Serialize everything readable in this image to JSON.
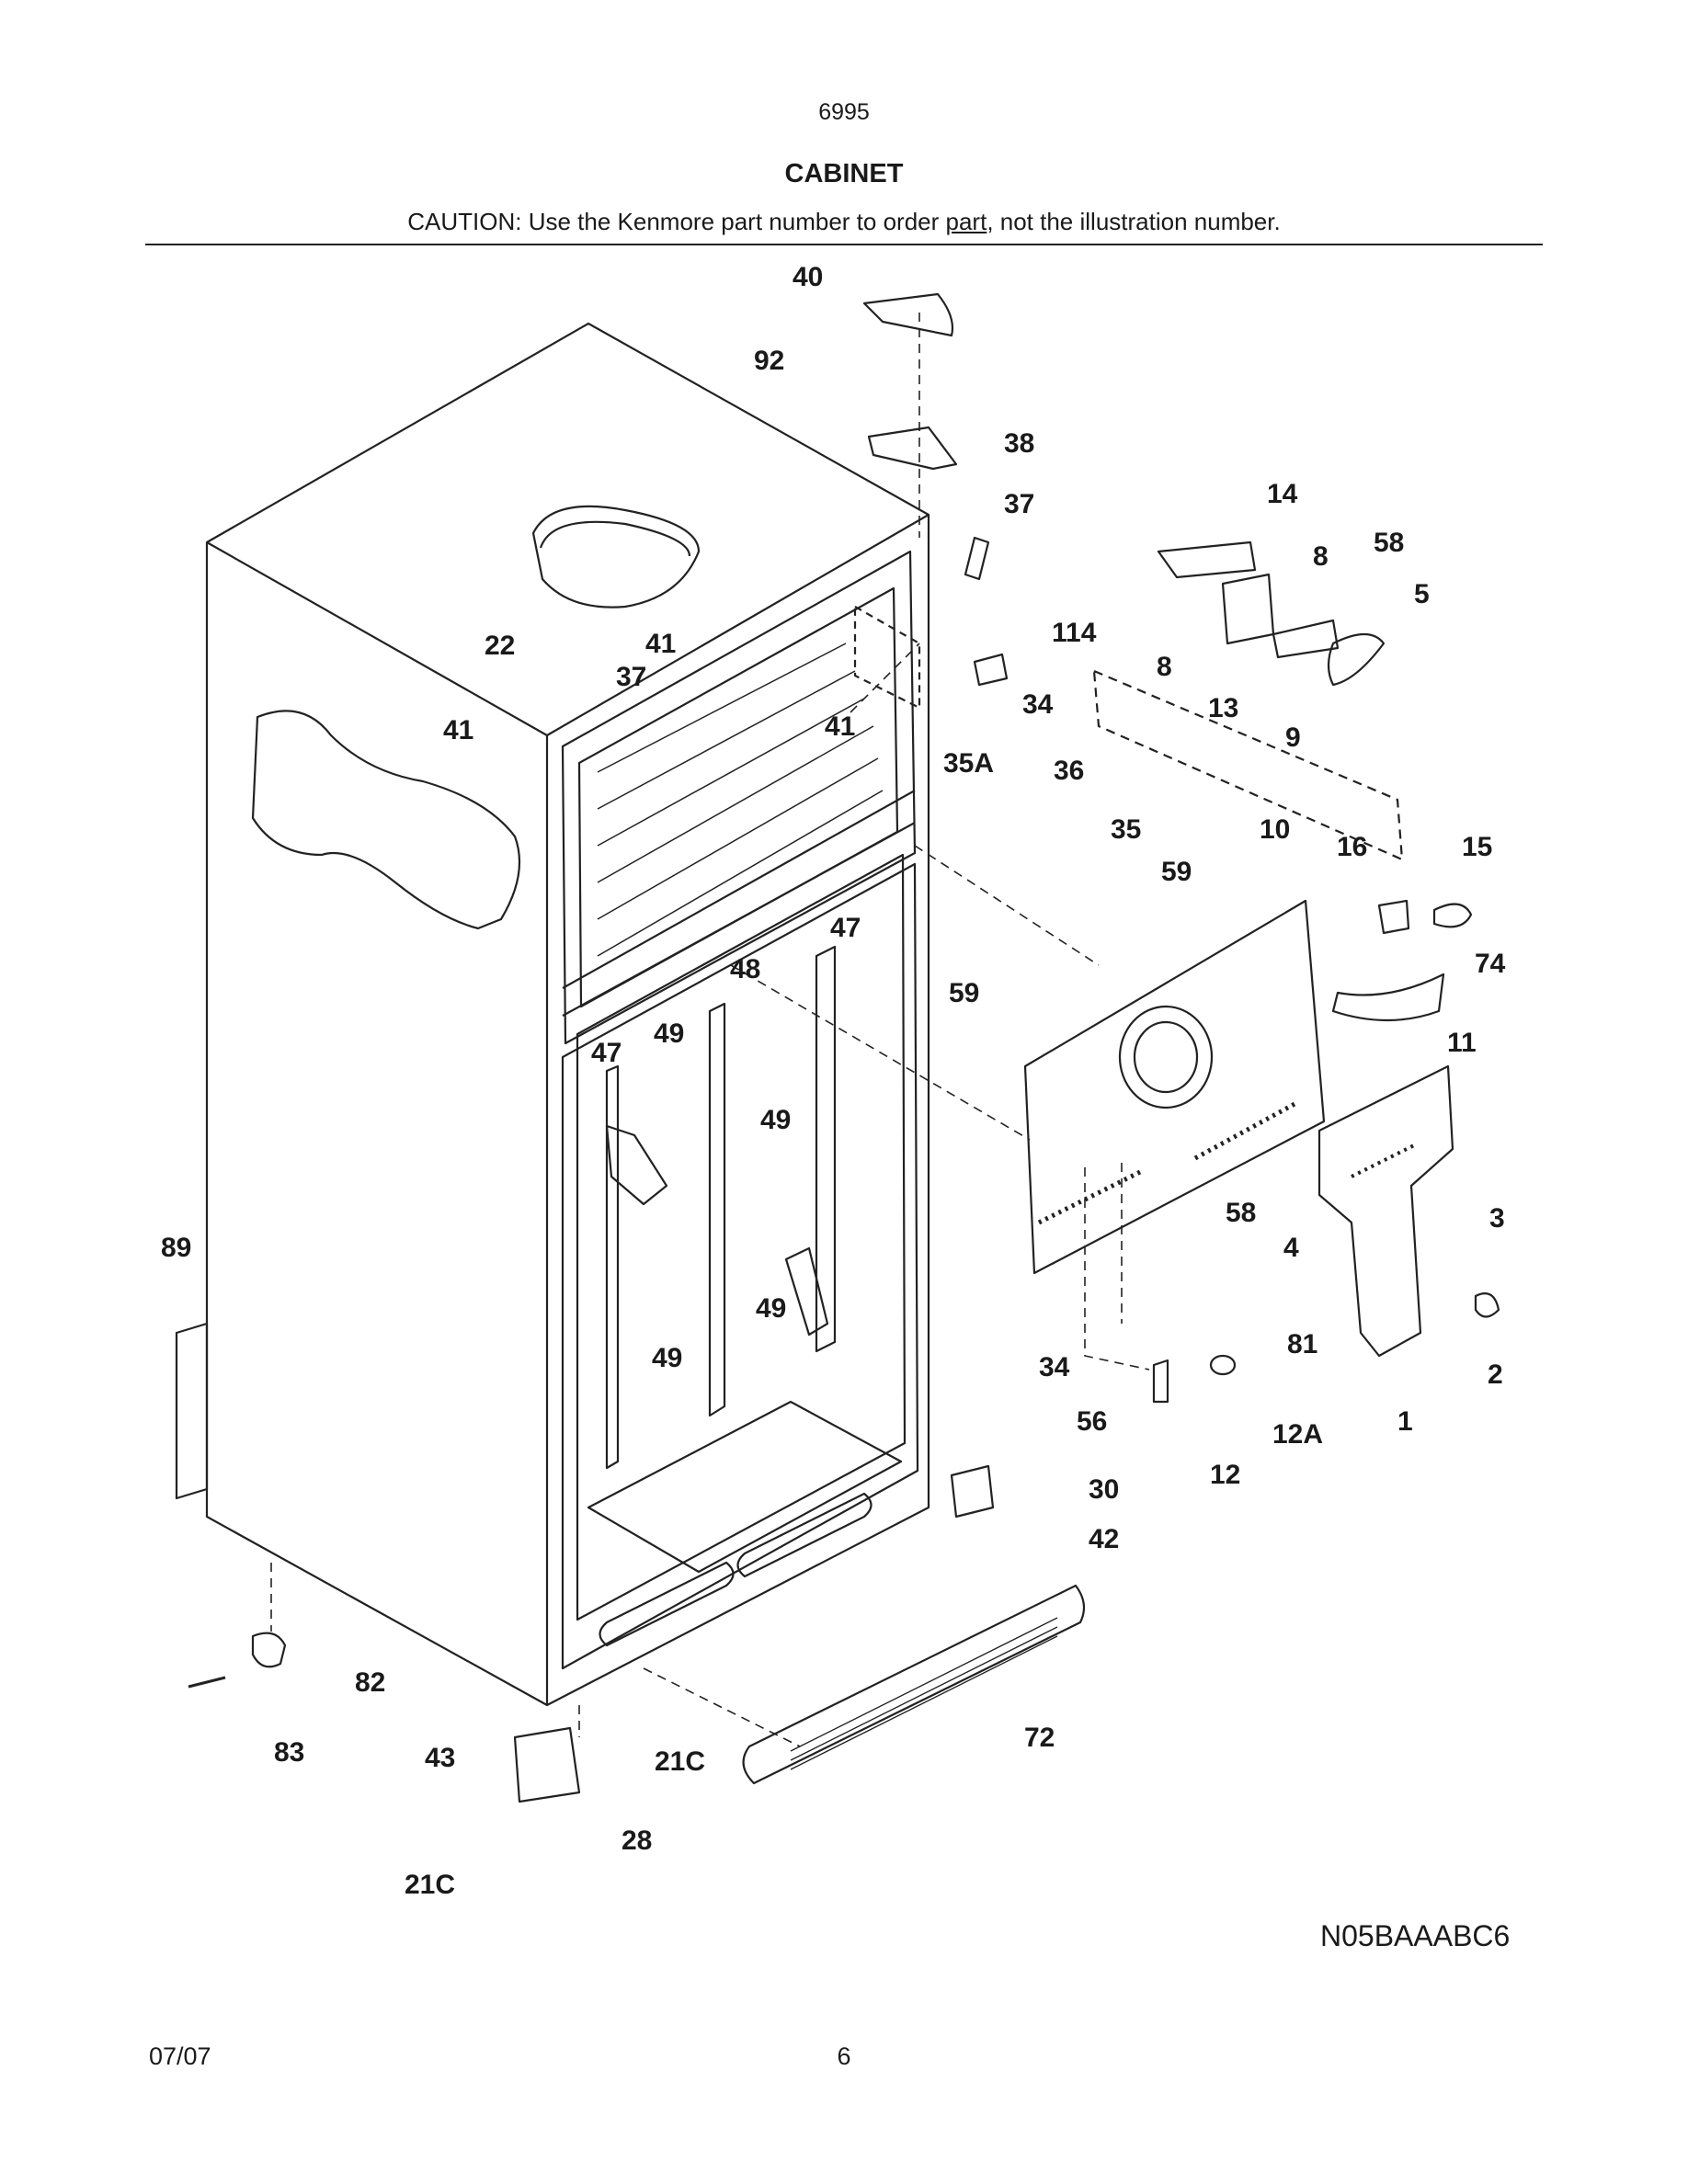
{
  "header": {
    "model_number": "6995",
    "section_title": "CABINET",
    "caution_prefix": "CAUTION: Use the Kenmore part number to order ",
    "caution_link": "part",
    "caution_suffix": ", not the illustration number."
  },
  "diagram": {
    "part_labels": [
      "40",
      "92",
      "38",
      "37",
      "14",
      "8",
      "58",
      "5",
      "114",
      "8",
      "13",
      "9",
      "22",
      "41",
      "37",
      "41",
      "41",
      "34",
      "35A",
      "36",
      "35",
      "59",
      "10",
      "16",
      "15",
      "74",
      "59",
      "47",
      "48",
      "49",
      "47",
      "11",
      "49",
      "58",
      "4",
      "3",
      "89",
      "49",
      "49",
      "81",
      "2",
      "34",
      "56",
      "12A",
      "1",
      "12",
      "30",
      "42",
      "82",
      "72",
      "83",
      "43",
      "21C",
      "28",
      "21C"
    ],
    "figure_code": "N05BAAABC6"
  },
  "footer": {
    "date": "07/07",
    "page_number": "6"
  }
}
